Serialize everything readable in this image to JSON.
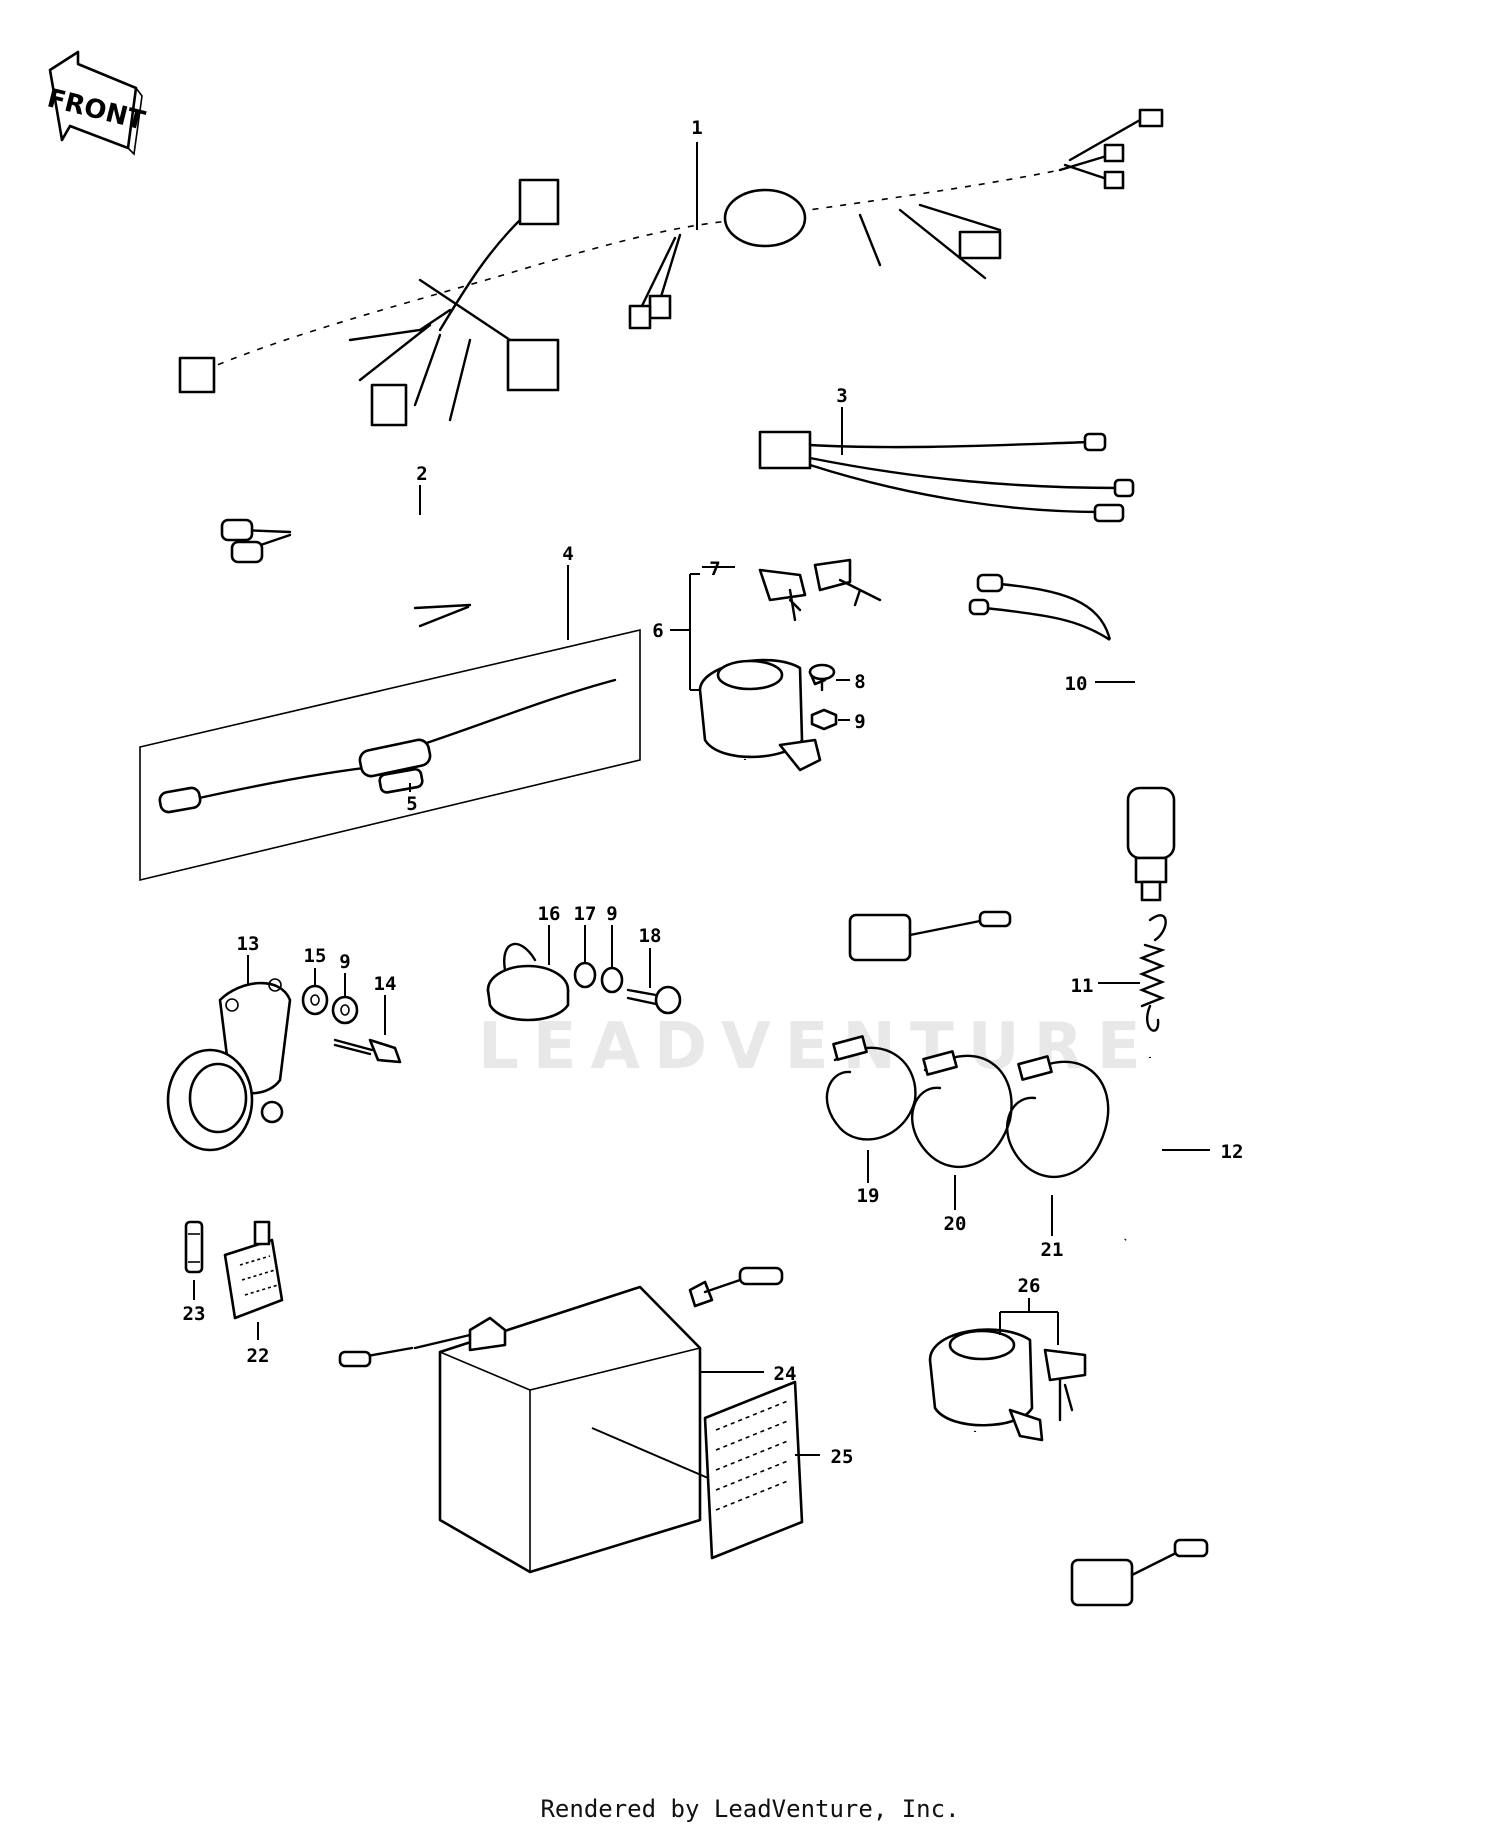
{
  "front_label": "FRONT",
  "watermark": "LEADVENTURE",
  "footer": "Rendered by LeadVenture, Inc.",
  "callouts": [
    "1",
    "2",
    "3",
    "4",
    "5",
    "6",
    "7",
    "8",
    "9",
    "10",
    "11",
    "12",
    "13",
    "14",
    "15",
    "9",
    "16",
    "17",
    "9",
    "18",
    "19",
    "20",
    "21",
    "22",
    "23",
    "24",
    "25",
    "26"
  ],
  "colors": {
    "ink": "#000000",
    "paper": "#ffffff",
    "watermark": "#e8e8e8"
  }
}
